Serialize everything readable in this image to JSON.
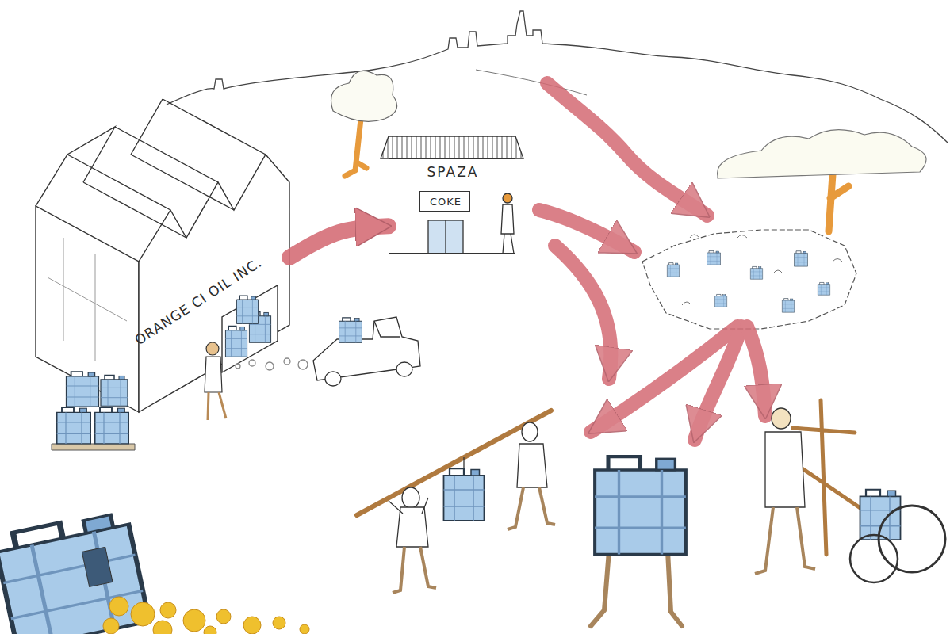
{
  "diagram": {
    "nodes": [
      {
        "text": [
          "ORANGE CI OIL INC."
        ]
      },
      {
        "text": [
          "SPAZA"
        ]
      },
      {
        "text": [
          "COKE"
        ],
        "in": 1
      }
    ],
    "edges": [
      {
        "from": 0,
        "to": 1,
        "arrow": "to"
      }
    ]
  }
}
